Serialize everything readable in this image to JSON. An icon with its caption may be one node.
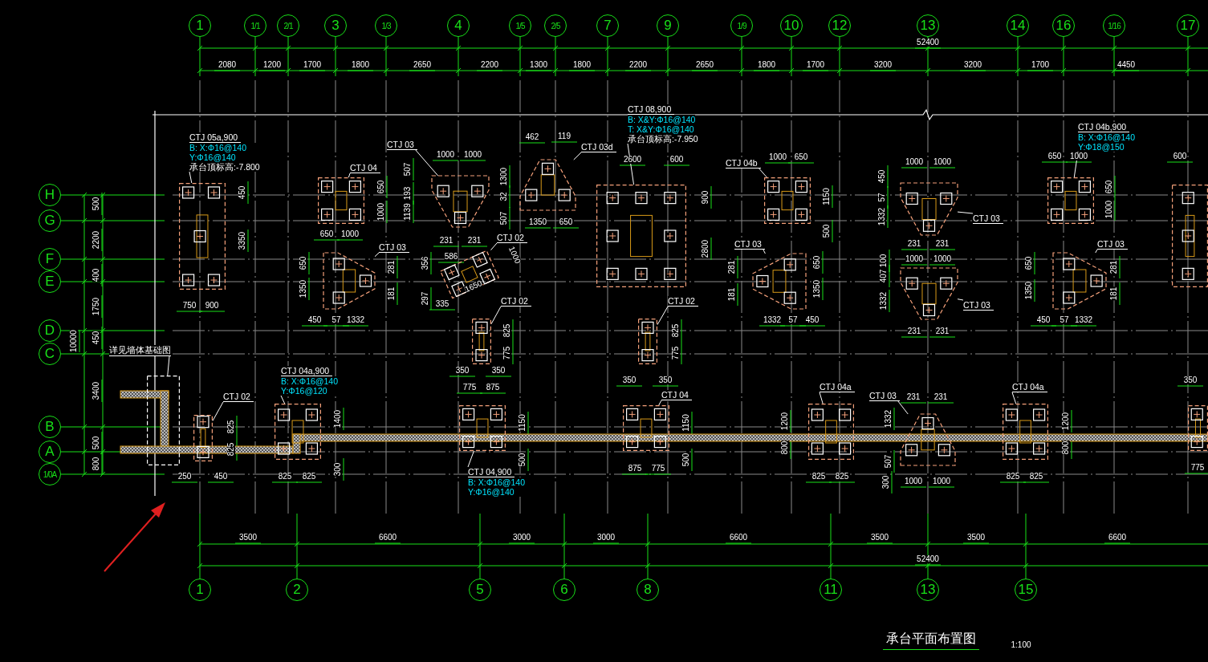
{
  "diagram": {
    "title": "承台平面布置图",
    "nodes": [
      {
        "text": [
          "1"
        ]
      },
      {
        "text": [
          "1/1"
        ]
      },
      {
        "text": [
          "2/1"
        ]
      },
      {
        "text": [
          "3"
        ]
      },
      {
        "text": [
          "1/3"
        ]
      },
      {
        "text": [
          "4"
        ]
      },
      {
        "text": [
          "1/5"
        ]
      },
      {
        "text": [
          "2/5"
        ]
      },
      {
        "text": [
          "7"
        ]
      },
      {
        "text": [
          "9"
        ]
      },
      {
        "text": [
          "1/9"
        ]
      },
      {
        "text": [
          "10"
        ]
      },
      {
        "text": [
          "12"
        ]
      },
      {
        "text": [
          "13"
        ]
      },
      {
        "text": [
          "14"
        ]
      },
      {
        "text": [
          "16"
        ]
      },
      {
        "text": [
          "1/16"
        ]
      },
      {
        "text": [
          "17"
        ]
      },
      {
        "text": [
          "H"
        ]
      },
      {
        "text": [
          "G"
        ]
      },
      {
        "text": [
          "F"
        ]
      },
      {
        "text": [
          "E"
        ]
      },
      {
        "text": [
          "D"
        ]
      },
      {
        "text": [
          "C"
        ]
      },
      {
        "text": [
          "B"
        ]
      },
      {
        "text": [
          "A"
        ]
      },
      {
        "text": [
          "1/0A"
        ]
      },
      {
        "text": [
          "1"
        ]
      },
      {
        "text": [
          "2"
        ]
      },
      {
        "text": [
          "5"
        ]
      },
      {
        "text": [
          "6"
        ]
      },
      {
        "text": [
          "8"
        ]
      },
      {
        "text": [
          "11"
        ]
      },
      {
        "text": [
          "13"
        ]
      },
      {
        "text": [
          "15"
        ]
      },
      {
        "text": [],
        "shape": "box"
      },
      {
        "text": [],
        "shape": "box"
      },
      {
        "text": [],
        "shape": "triangle"
      },
      {
        "text": [],
        "shape": "triangle"
      },
      {
        "text": [],
        "shape": "triangle"
      },
      {
        "text": [],
        "shape": "box"
      },
      {
        "text": [],
        "shape": "box"
      },
      {
        "text": [],
        "shape": "box"
      },
      {
        "text": [],
        "shape": "triangle"
      },
      {
        "text": [],
        "shape": "triangle"
      },
      {
        "text": [],
        "shape": "triangle"
      },
      {
        "text": [],
        "shape": "box"
      },
      {
        "text": [],
        "shape": "triangle"
      },
      {
        "text": [],
        "shape": "box"
      },
      {
        "text": [],
        "shape": "box"
      },
      {
        "text": [],
        "shape": "box"
      },
      {
        "text": [],
        "shape": "box"
      },
      {
        "text": [],
        "shape": "box"
      },
      {
        "text": [],
        "shape": "box"
      },
      {
        "text": [],
        "shape": "box"
      },
      {
        "text": [],
        "shape": "box"
      },
      {
        "text": [],
        "shape": "triangle"
      },
      {
        "text": [],
        "shape": "box"
      },
      {
        "text": [],
        "shape": "box"
      },
      {
        "text": [],
        "shape": "box"
      },
      {
        "text": [
          "CTJ 05a,900",
          "B: X:Φ16@140 Y:Φ16@140",
          "承台顶标高:-7.800"
        ]
      },
      {
        "text": [
          "CTJ 04"
        ]
      },
      {
        "text": [
          "CTJ 03"
        ]
      },
      {
        "text": [
          "CTJ 03"
        ]
      },
      {
        "text": [
          "CTJ 03d"
        ]
      },
      {
        "text": [
          "CTJ 02"
        ]
      },
      {
        "text": [
          "CTJ 08,900",
          "B: X&Y:Φ16@140",
          "T: X&Y:Φ16@140",
          "承台顶标高:-7.950"
        ]
      },
      {
        "text": [
          "CTJ 04b"
        ]
      },
      {
        "text": [
          "CTJ 03"
        ]
      },
      {
        "text": [
          "CTJ 03"
        ]
      },
      {
        "text": [
          "CTJ 03"
        ]
      },
      {
        "text": [
          "CTJ 04b,900",
          "B: X:Φ16@140 Y:Φ18@150"
        ]
      },
      {
        "text": [
          "CTJ 03"
        ]
      },
      {
        "text": [
          "CTJ 02"
        ]
      },
      {
        "text": [
          "CTJ 02"
        ]
      },
      {
        "text": [
          "CTJ 02"
        ]
      },
      {
        "text": [
          "CTJ 04a,900",
          "B: X:Φ16@140 Y:Φ16@120"
        ]
      },
      {
        "text": [
          "CTJ 04,900",
          "B: X:Φ16@140 Y:Φ16@140"
        ]
      },
      {
        "text": [
          "CTJ 04"
        ]
      },
      {
        "text": [
          "CTJ 04a"
        ]
      },
      {
        "text": [
          "CTJ 03"
        ]
      },
      {
        "text": [
          "CTJ 04a"
        ]
      },
      {
        "text": [
          "详见墙体基础图"
        ]
      }
    ],
    "edges": [
      {
        "from": 60,
        "to": 35,
        "arrow": "none"
      },
      {
        "from": 61,
        "to": 36,
        "arrow": "none"
      },
      {
        "from": 62,
        "to": 37,
        "arrow": "none"
      },
      {
        "from": 63,
        "to": 38,
        "arrow": "none"
      },
      {
        "from": 64,
        "to": 39,
        "arrow": "none"
      },
      {
        "from": 65,
        "to": 40,
        "arrow": "none"
      },
      {
        "from": 66,
        "to": 41,
        "arrow": "none"
      },
      {
        "from": 67,
        "to": 42,
        "arrow": "none"
      },
      {
        "from": 68,
        "to": 43,
        "arrow": "none"
      },
      {
        "from": 69,
        "to": 44,
        "arrow": "none"
      },
      {
        "from": 70,
        "to": 45,
        "arrow": "none"
      },
      {
        "from": 71,
        "to": 46,
        "arrow": "none"
      },
      {
        "from": 72,
        "to": 47,
        "arrow": "none"
      },
      {
        "from": 73,
        "to": 49,
        "arrow": "none"
      },
      {
        "from": 74,
        "to": 50,
        "arrow": "none"
      },
      {
        "from": 75,
        "to": 51,
        "arrow": "none"
      },
      {
        "from": 76,
        "to": 52,
        "arrow": "none"
      },
      {
        "from": 77,
        "to": 53,
        "arrow": "none"
      },
      {
        "from": 78,
        "to": 54,
        "arrow": "none"
      },
      {
        "from": 79,
        "to": 55,
        "arrow": "none"
      },
      {
        "from": 80,
        "to": 56,
        "arrow": "none"
      },
      {
        "from": 81,
        "to": 57,
        "arrow": "none"
      },
      {
        "from": 82,
        "to": 59,
        "arrow": "none"
      }
    ],
    "labels": [
      "52400",
      "2080",
      "1200",
      "1700",
      "1800",
      "2650",
      "2200",
      "1300",
      "1800",
      "2200",
      "2650",
      "1800",
      "1700",
      "3200",
      "3200",
      "1700",
      "4450",
      "500",
      "2200",
      "400",
      "1750",
      "450",
      "3400",
      "500",
      "800",
      "10000",
      "450",
      "3350",
      "750",
      "900",
      "650",
      "1000",
      "650",
      "1000",
      "1000",
      "1000",
      "507",
      "193",
      "1139",
      "231",
      "231",
      "462",
      "119",
      "1300",
      "32",
      "507",
      "1350",
      "650",
      "2600",
      "600",
      "900",
      "2800",
      "1000",
      "650",
      "1150",
      "500",
      "1000",
      "1000",
      "450",
      "57",
      "1332",
      "231",
      "231",
      "650",
      "1000",
      "650",
      "1000",
      "600",
      "586",
      "356",
      "1000",
      "1650",
      "297",
      "335",
      "650",
      "1350",
      "281",
      "181",
      "450",
      "57",
      "1332",
      "281",
      "181",
      "650",
      "1350",
      "1332",
      "57",
      "450",
      "1000",
      "1000",
      "100",
      "407",
      "1332",
      "231",
      "231",
      "650",
      "1350",
      "281",
      "181",
      "450",
      "57",
      "1332",
      "825",
      "775",
      "350",
      "350",
      "825",
      "775",
      "350",
      "350",
      "350",
      "775",
      "875",
      "1150",
      "500",
      "1150",
      "500",
      "875",
      "775",
      "825",
      "825",
      "250",
      "450",
      "1400",
      "300",
      "825",
      "825",
      "1200",
      "800",
      "825",
      "825",
      "231",
      "231",
      "1332",
      "507",
      "300",
      "1000",
      "1000",
      "1200",
      "800",
      "825",
      "825",
      "775",
      "3500",
      "6600",
      "3000",
      "3000",
      "6600",
      "3500",
      "3500",
      "6600",
      "52400",
      "1:100"
    ]
  }
}
